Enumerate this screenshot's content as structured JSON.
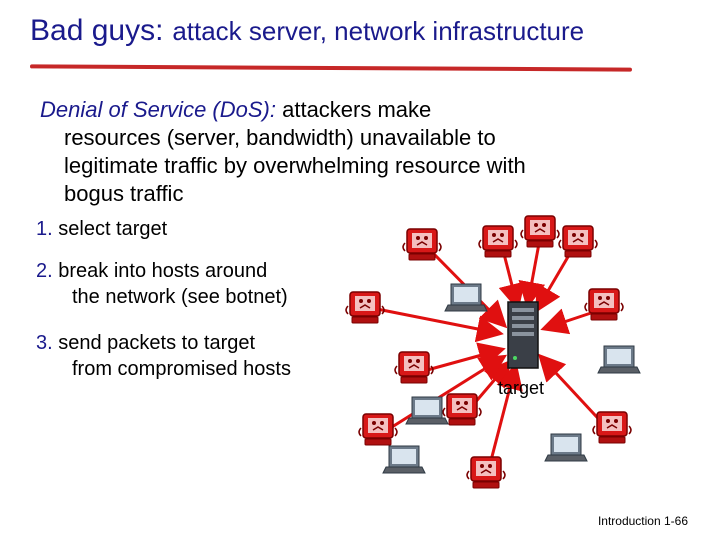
{
  "slide": {
    "title": "Bad guys:",
    "title_rest": "attack server, network infrastructure",
    "bullet_lead": "Denial of Service (DoS):",
    "bullet_lines": [
      "attackers make",
      "resources (server, bandwidth) unavailable to",
      "legitimate traffic by overwhelming resource with",
      "bogus traffic"
    ],
    "steps": [
      {
        "num": "1.",
        "text": "select target",
        "cont": ""
      },
      {
        "num": "2.",
        "text": "break into hosts around",
        "cont": "the network (see botnet)"
      },
      {
        "num": "3.",
        "text": "send packets to target",
        "cont": "from compromised hosts"
      }
    ],
    "target_label": "target",
    "footer": "Introduction 1-66"
  },
  "colors": {
    "title": "#1a1a8c",
    "arrow": "#e01010",
    "rule": "#c62828"
  },
  "icons": {
    "server": "server-tower-icon",
    "infected_host": "infected-computer-icon",
    "clean_host": "laptop-icon"
  }
}
